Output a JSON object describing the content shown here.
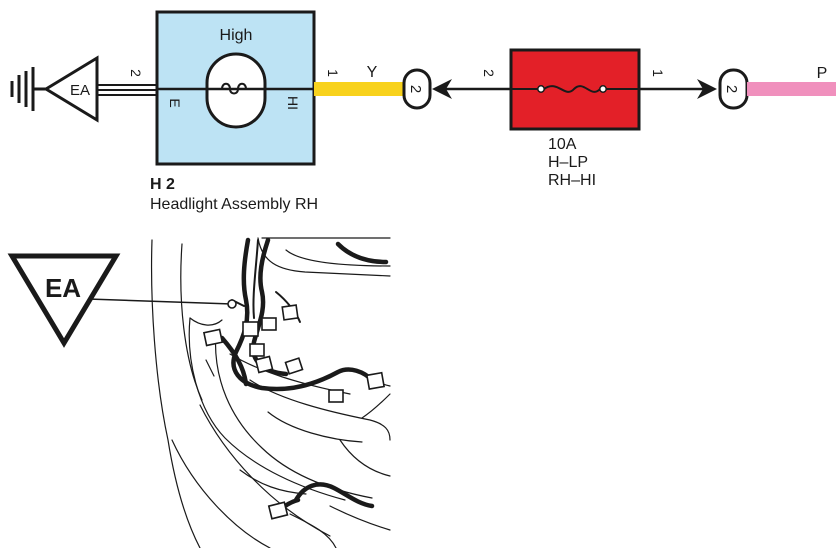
{
  "ground": {
    "label": "EA"
  },
  "headlight": {
    "mode": "High",
    "pin_e": "E",
    "pin_hi": "HI",
    "pin_left": "2",
    "pin_right": "1",
    "code": "H 2",
    "name": "Headlight Assembly RH",
    "fill": "#bde3f4"
  },
  "wire_y": {
    "label": "Y",
    "color": "#f8d21d"
  },
  "connector_left": {
    "label": "2"
  },
  "fuse": {
    "pin_left": "2",
    "pin_right": "1",
    "rating": "10A",
    "name": "H–LP",
    "circuit": "RH–HI",
    "fill": "#e32028"
  },
  "connector_right": {
    "label": "2"
  },
  "wire_p": {
    "label": "P",
    "color": "#f090bd"
  },
  "location": {
    "ground_label": "EA"
  }
}
